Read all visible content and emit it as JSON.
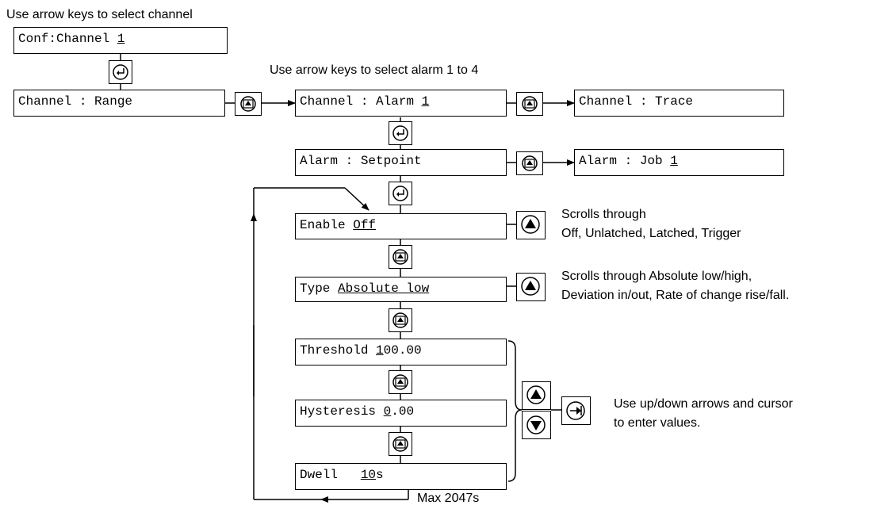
{
  "notes": {
    "select_channel": "Use arrow keys to select channel",
    "select_alarm": "Use arrow keys to select alarm 1 to 4",
    "enable_line1": "Scrolls through",
    "enable_line2": "Off, Unlatched, Latched, Trigger",
    "type_line1": "Scrolls through  Absolute low/high,",
    "type_line2": "Deviation in/out,  Rate of change rise/fall.",
    "values_line1": "Use up/down arrows and cursor",
    "values_line2": "to enter values.",
    "max": "Max 2047s"
  },
  "boxes": {
    "conf_channel": {
      "label": "Conf:Channel ",
      "value": "1"
    },
    "channel_range": {
      "label": "Channel : Range",
      "value": ""
    },
    "channel_alarm": {
      "label": "Channel : Alarm ",
      "value": "1"
    },
    "channel_trace": {
      "label": "Channel : Trace",
      "value": ""
    },
    "alarm_setpoint": {
      "label": "Alarm : Setpoint",
      "value": ""
    },
    "alarm_job": {
      "label": "Alarm : Job ",
      "value": "1"
    },
    "enable": {
      "label": "Enable ",
      "value": "Off"
    },
    "type": {
      "label": "Type ",
      "value": "Absolute low"
    },
    "threshold": {
      "label": "Threshold ",
      "value": "1",
      "rest": "00.00"
    },
    "hysteresis": {
      "label": "Hysteresis ",
      "value": "0",
      "rest": ".00"
    },
    "dwell": {
      "label": "Dwell   ",
      "value": "10",
      "rest": "s"
    }
  },
  "icons": {
    "enter": "enter-key-icon",
    "page": "page-key-icon",
    "up": "up-arrow-key-icon",
    "down": "down-arrow-key-icon",
    "scroll": "scroll-key-icon"
  }
}
